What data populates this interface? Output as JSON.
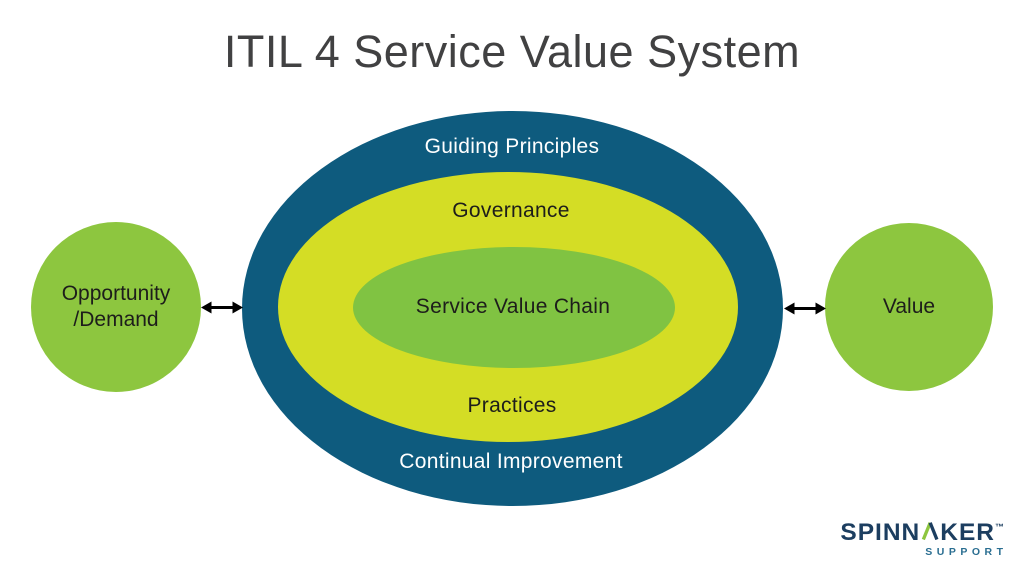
{
  "title": "ITIL 4 Service Value System",
  "colors": {
    "outer-ellipse": "#0e5b7e",
    "middle-ellipse": "#d4dd25",
    "inner-ellipse": "#80c342",
    "side-circle": "#8dc63f",
    "arrow": "#000000",
    "label-on-dark": "#ffffff",
    "label-on-light": "#1d1d1b",
    "title-color": "#414142",
    "logo-navy": "#1c3e60",
    "logo-green": "#8dc63f",
    "logo-support": "#2a6e91"
  },
  "svs": {
    "guiding_principles": "Guiding Principles",
    "governance": "Governance",
    "service_value_chain": "Service Value Chain",
    "practices": "Practices",
    "continual_improvement": "Continual Improvement"
  },
  "left_circle": {
    "line1": "Opportunity",
    "line2": "/Demand"
  },
  "right_circle": {
    "label": "Value"
  },
  "logo": {
    "brand": "SPINNAKER",
    "brand_prefix": "SPINN",
    "brand_a": "A",
    "brand_suffix": "KER",
    "trademark": "™",
    "subtitle": "SUPPORT"
  }
}
